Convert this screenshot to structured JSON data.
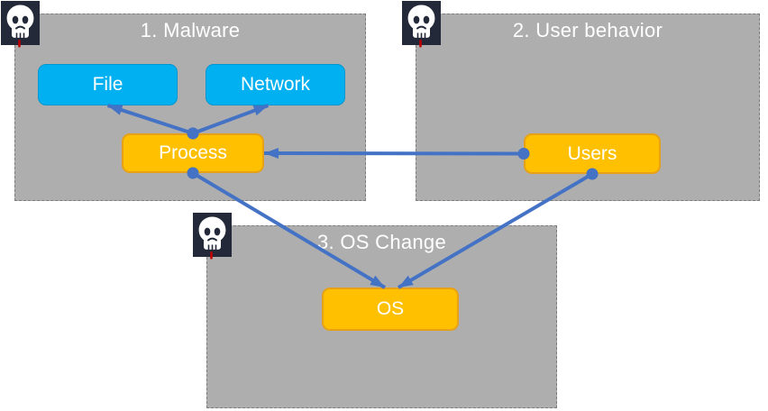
{
  "diagram": {
    "groups": [
      {
        "id": "malware",
        "title": "1. Malware",
        "badge": "skull-icon"
      },
      {
        "id": "user-behavior",
        "title": "2. User behavior",
        "badge": "skull-icon"
      },
      {
        "id": "os-change",
        "title": "3. OS Change",
        "badge": "skull-icon"
      }
    ],
    "nodes": [
      {
        "id": "file",
        "label": "File",
        "style": "cyan",
        "group": "malware"
      },
      {
        "id": "network",
        "label": "Network",
        "style": "cyan",
        "group": "malware"
      },
      {
        "id": "process",
        "label": "Process",
        "style": "orange",
        "group": "malware"
      },
      {
        "id": "users",
        "label": "Users",
        "style": "orange",
        "group": "user-behavior"
      },
      {
        "id": "os",
        "label": "OS",
        "style": "orange",
        "group": "os-change"
      }
    ],
    "edges": [
      {
        "from": "process",
        "from_anchor": "top",
        "to": "file",
        "to_anchor": "bottom",
        "to_dx": 0
      },
      {
        "from": "process",
        "from_anchor": "top",
        "to": "network",
        "to_anchor": "bottom",
        "to_dx": -8
      },
      {
        "from": "users",
        "from_anchor": "left",
        "to": "process",
        "to_anchor": "right"
      },
      {
        "from": "process",
        "from_anchor": "bottom",
        "to": "os",
        "to_anchor": "top",
        "to_dx": -6
      },
      {
        "from": "users",
        "from_anchor": "bottom",
        "to": "os",
        "to_anchor": "top",
        "to_dx": 9
      }
    ]
  },
  "palette": {
    "page_background": "#ffffff",
    "group_fill": "#aeaeae",
    "group_border": "#7d7d7d",
    "title_text": "#ffffff",
    "cyan_node_fill": "#00b0f0",
    "orange_node_fill": "#ffc000",
    "orange_node_border": "#e6a117",
    "node_text": "#ffffff",
    "connector": "#4472c4",
    "skull_background": "#232938",
    "skull_foreground": "#ffffff",
    "skull_blood": "#c00000"
  }
}
